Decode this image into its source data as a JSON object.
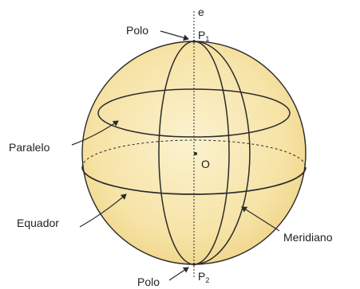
{
  "labels": {
    "axis": "e",
    "pole_top": "Polo",
    "pole_bottom": "Polo",
    "p1_letter": "P",
    "p1_sub": "1",
    "p2_letter": "P",
    "p2_sub": "2",
    "center": "O",
    "parallel": "Paralelo",
    "equator": "Equador",
    "meridian": "Meridiano"
  },
  "colors": {
    "sphere_fill": "#f7e8b4",
    "sphere_edge": "#e9cf7c",
    "line": "#2b2b2b",
    "text": "#222222"
  }
}
